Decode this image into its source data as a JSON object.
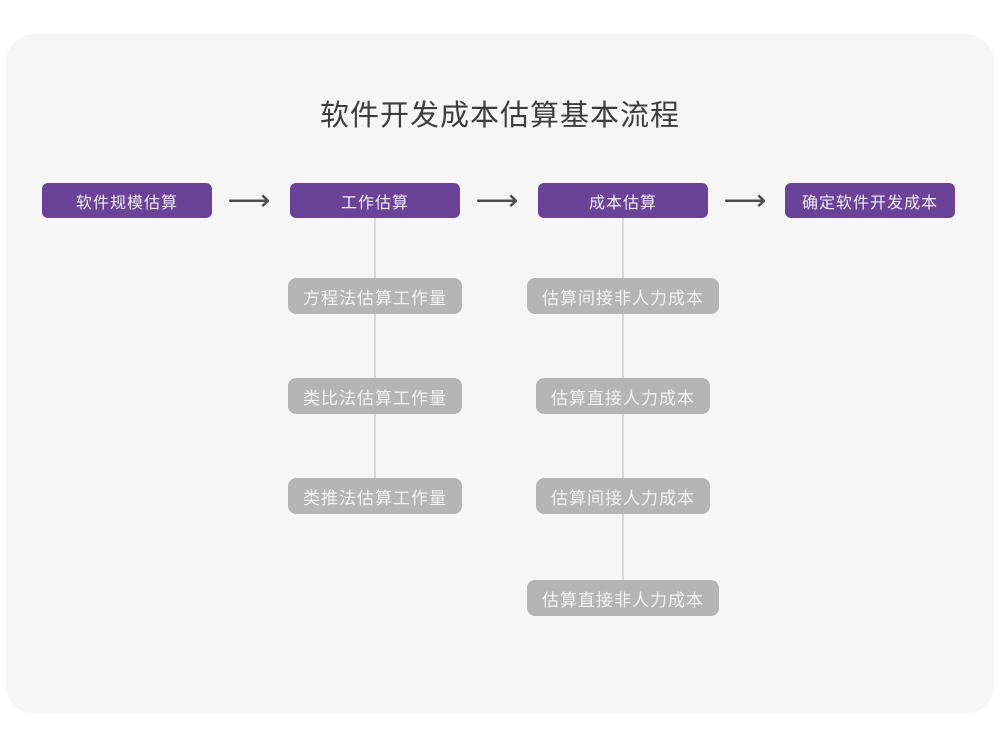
{
  "title": "软件开发成本估算基本流程",
  "icons": {
    "arrow_right": "⟶"
  },
  "colors": {
    "card_bg": "#f6f6f7",
    "step_bg": "#6a4298",
    "step_text": "#f2edf8",
    "sub_bg": "#b5b5b5",
    "sub_text": "#f2f2f2",
    "connector": "#d9d9d9",
    "arrow": "#4d4d4d",
    "title_text": "#3d3d3d"
  },
  "flow": {
    "steps": [
      {
        "label": "软件规模估算"
      },
      {
        "label": "工作估算"
      },
      {
        "label": "成本估算"
      },
      {
        "label": "确定软件开发成本"
      }
    ]
  },
  "branches": {
    "work_estimation": {
      "parent": "工作估算",
      "items": [
        {
          "label": "方程法估算工作量"
        },
        {
          "label": "类比法估算工作量"
        },
        {
          "label": "类推法估算工作量"
        }
      ]
    },
    "cost_estimation": {
      "parent": "成本估算",
      "items": [
        {
          "label": "估算间接非人力成本"
        },
        {
          "label": "估算直接人力成本"
        },
        {
          "label": "估算间接人力成本"
        },
        {
          "label": "估算直接非人力成本"
        }
      ]
    }
  }
}
